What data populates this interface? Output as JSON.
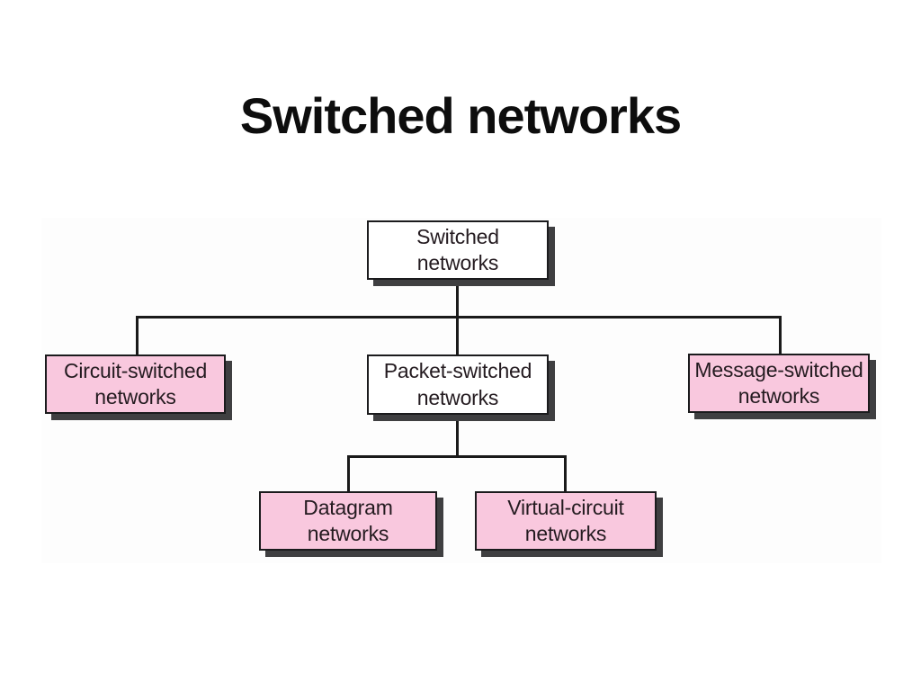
{
  "slide": {
    "title": "Switched networks"
  },
  "diagram": {
    "type": "tree",
    "nodes": {
      "root": {
        "label": "Switched\nnetworks",
        "fill": "white"
      },
      "circuit": {
        "label": "Circuit-switched\nnetworks",
        "fill": "pink"
      },
      "packet": {
        "label": "Packet-switched\nnetworks",
        "fill": "white"
      },
      "message": {
        "label": "Message-switched\nnetworks",
        "fill": "pink"
      },
      "datagram": {
        "label": "Datagram\nnetworks",
        "fill": "pink"
      },
      "virtual": {
        "label": "Virtual-circuit\nnetworks",
        "fill": "pink"
      }
    },
    "edges": [
      {
        "from": "root",
        "to": "circuit"
      },
      {
        "from": "root",
        "to": "packet"
      },
      {
        "from": "root",
        "to": "message"
      },
      {
        "from": "packet",
        "to": "datagram"
      },
      {
        "from": "packet",
        "to": "virtual"
      }
    ]
  },
  "colors": {
    "page_bg": "#ffffff",
    "node_pink": "#f9c8de",
    "node_white": "#ffffff",
    "node_border": "#1b1b1d",
    "node_shadow": "#3f3f41",
    "connector": "#1a1a1a",
    "title_text": "#0d0d0d",
    "node_text": "#241b20"
  }
}
